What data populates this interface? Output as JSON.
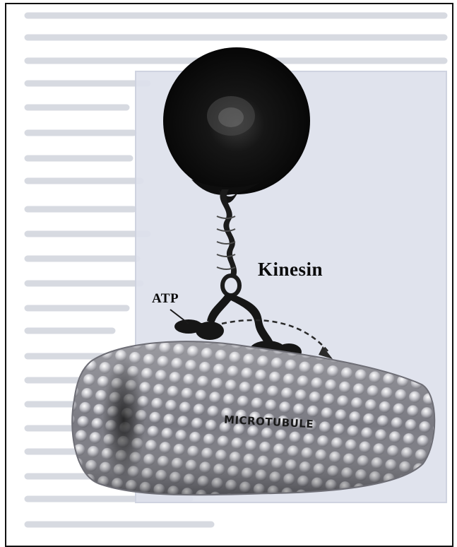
{
  "labels": {
    "motor_protein": "Kinesin",
    "energy": "ATP",
    "track": "MICROTUBULE"
  },
  "colors": {
    "page_bg": "#ffffff",
    "panel_bg": "#dde1ec",
    "cargo": "#141414",
    "protein": "#1c1c1c",
    "tubulin_light": "#dcdce2",
    "tubulin_dark": "#6a6a72"
  },
  "icons": [
    "cargo-vesicle",
    "kinesin-stalk",
    "motor-heads",
    "microtubule-filament",
    "direction-arrow"
  ]
}
